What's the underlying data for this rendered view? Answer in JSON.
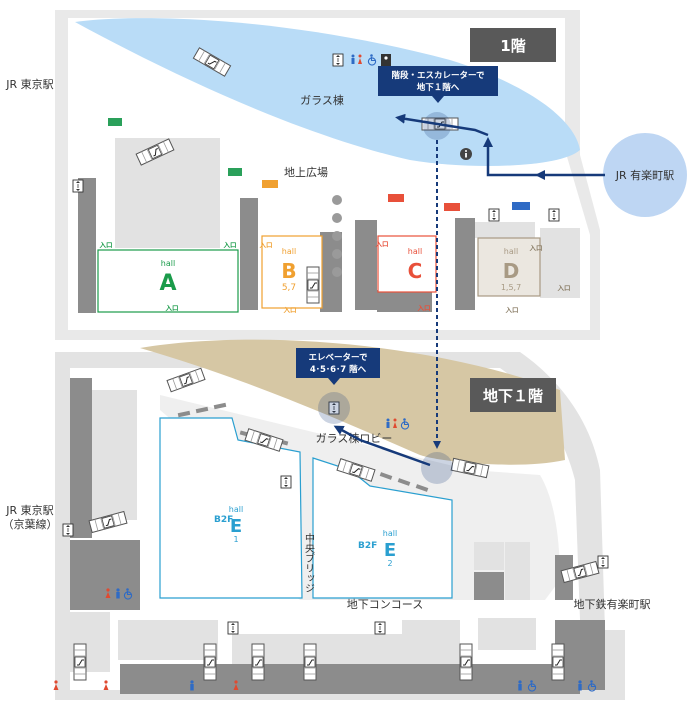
{
  "floors": {
    "floor1": {
      "label": "1階"
    },
    "b1": {
      "label": "地下１階"
    }
  },
  "callouts": {
    "to_b1": {
      "line1": "階段・エスカレーターで",
      "line2": "地下１階へ"
    },
    "to_upper": {
      "line1": "エレベーターで",
      "line2": "4･5･6･7 階へ"
    }
  },
  "places": {
    "jr_tokyo_top": "JR 東京駅",
    "jr_tokyo_keiyo_1": "JR 東京駅",
    "jr_tokyo_keiyo_2": "（京葉線）",
    "jr_yurakucho": "JR 有楽町駅",
    "glass_building": "ガラス棟",
    "ground_plaza": "地上広場",
    "glass_lobby": "ガラス棟ロビー",
    "central_bridge": "中央ブリッジ",
    "underground_concourse": "地下コンコース",
    "subway_yurakucho": "地下鉄有楽町駅"
  },
  "halls": {
    "A": {
      "small": "hall",
      "letter": "A",
      "number": "",
      "color": "#1a9b4a"
    },
    "B": {
      "small": "hall",
      "letter": "B",
      "number": "5,7",
      "color": "#f0a030"
    },
    "C": {
      "small": "hall",
      "letter": "C",
      "number": "",
      "color": "#e8503a"
    },
    "D": {
      "small": "hall",
      "letter": "D",
      "number": "1,5,7",
      "color": "#a89a84"
    },
    "E1": {
      "floor": "B2F",
      "small": "hall",
      "letter": "E",
      "number": "1",
      "color": "#2a9fd0"
    },
    "E2": {
      "floor": "B2F",
      "small": "hall",
      "letter": "E",
      "number": "2",
      "color": "#2a9fd0"
    }
  },
  "entrance": "入口",
  "colors": {
    "navy": "#163a7a",
    "glass_water": "#b9dcf7",
    "beige": "#d6c7a4",
    "gray_wall": "#8c8c8c",
    "gray_block": "#e2e2e2",
    "station_circle": "#bed6f3",
    "floor_tag": "#595959"
  },
  "icons": [
    "elevator-icon",
    "escalator-icon",
    "restroom-icon",
    "wheelchair-icon",
    "nursing-room-icon",
    "information-icon",
    "green-exit-sign-icon"
  ]
}
